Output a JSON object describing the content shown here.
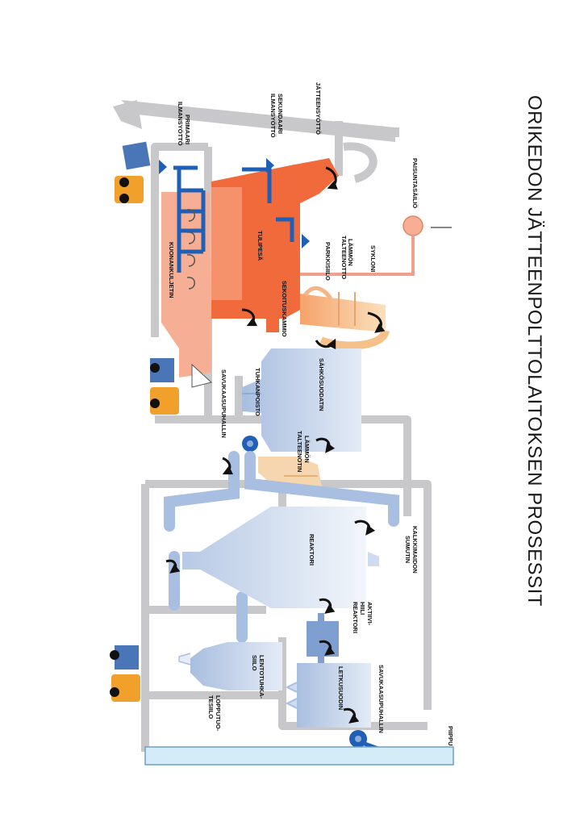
{
  "title": "ORIKEDON JÄTTEENPOLTTOLAITOKSEN PROSESSIT",
  "labels": {
    "jatteensyotto": "JÄTTEENSYÖTTÖ",
    "sekundaari_1": "SEKUNDAARI",
    "sekundaari_2": "ILMANSYÖTTÖ",
    "primaari_1": "PRIMAARI",
    "primaari_2": "ILMANSYÖTTÖ",
    "tulipesa": "TULIPESÄ",
    "kuonankuljetin": "KUONANKULJETIN",
    "paisuntasailio": "PAISUNTASÄILIÖ",
    "sykloni": "SYKLONI",
    "lammon_talteenotto_1a": "LÄMMÖN",
    "lammon_talteenotto_1b": "TALTEENOTTO",
    "parkkisiilo": "PARKKISIILO",
    "sekoituskammio": "SEKOITUSKAMMIO",
    "sahkosuodatin": "SÄHKÖSUODATIN",
    "tuhkanpoisto": "TUHKANPOISTO",
    "savukaasupuhallin_1": "SAVUKAASUPUHALLIN",
    "lammon_talteenotto_2a": "LÄMMÖN",
    "lammon_talteenotto_2b": "TALTEENOTIN",
    "kalkkimaidon_1": "KALKKIMAIDON",
    "kalkkimaidon_2": "SUMUTIN",
    "reaktori": "REAKTORI",
    "aktiivi_1": "AKTIIVI-",
    "aktiivi_2": "HIILI",
    "aktiivi_3": "REAKTORI",
    "lentotuhka_1": "LENTOTUHKA-",
    "lentotuhka_2": "SIILO",
    "loppuytuo_1": "LOPPUTUO-",
    "loppuytuo_2": "TESIILO",
    "letkusuodin": "LETKUSUODIN",
    "savukaasupuhallin_2": "SAVUKAASUPUHALLIN",
    "piippu": "PIIPPU"
  },
  "colors": {
    "flow_gray": "#c8c8ca",
    "furnace_orange": "#f06a3c",
    "ash_salmon": "#f6ae95",
    "cyclone_orange": "#f6c089",
    "filter_blue": "#b3c6e4",
    "reactor_blue": "#cfdcef",
    "pipe_blue": "#8eaad6",
    "air_blue": "#1f5fb5",
    "truck_orange": "#f2a02c",
    "chimney_cyan": "#d3ecf7"
  }
}
